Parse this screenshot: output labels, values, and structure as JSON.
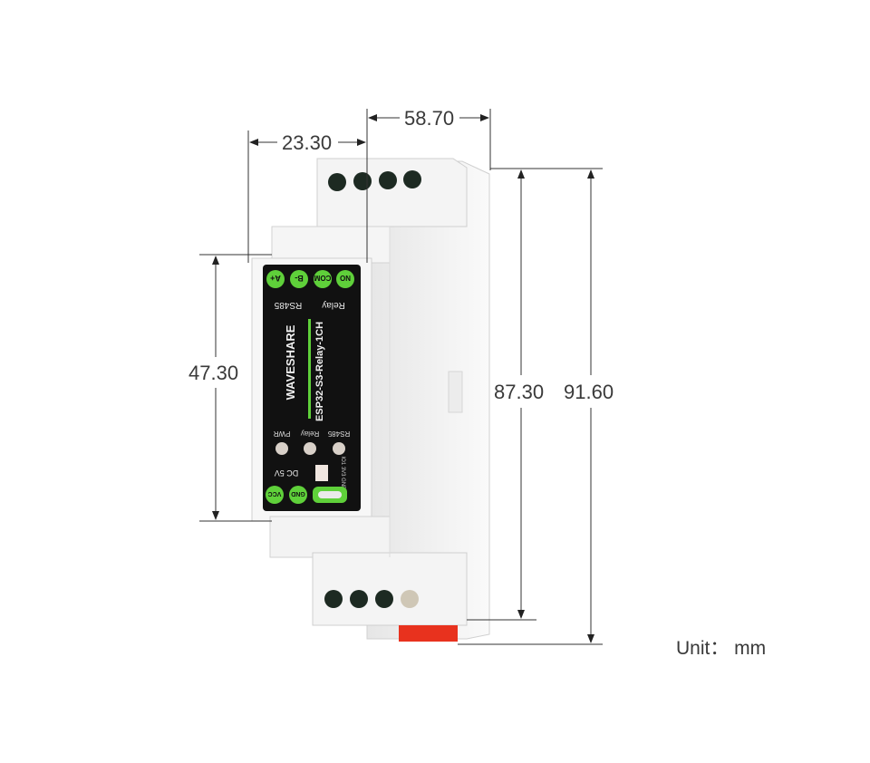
{
  "dimensions": {
    "top_width": "58.70",
    "front_depth": "23.30",
    "panel_height": "47.30",
    "body_height": "87.30",
    "total_height": "91.60"
  },
  "unit_label": "Unit： mm",
  "device": {
    "brand": "WAVESHARE",
    "model": "ESP32-S3-Relay-1CH",
    "terminals_top": [
      "A+",
      "B-",
      "COM",
      "NO"
    ],
    "group_labels": [
      "RS485",
      "Relay"
    ],
    "leds": [
      "PWR",
      "Relay",
      "RS485"
    ],
    "power_label": "DC 5V",
    "terminals_bottom": [
      "VCC",
      "GND"
    ],
    "pin_labels": [
      "IO1",
      "3V3",
      "GND"
    ]
  },
  "colors": {
    "terminal_green": "#5fd03a",
    "panel_black": "#111111",
    "housing": "#f2f2f2",
    "clip_red": "#e8321e"
  }
}
